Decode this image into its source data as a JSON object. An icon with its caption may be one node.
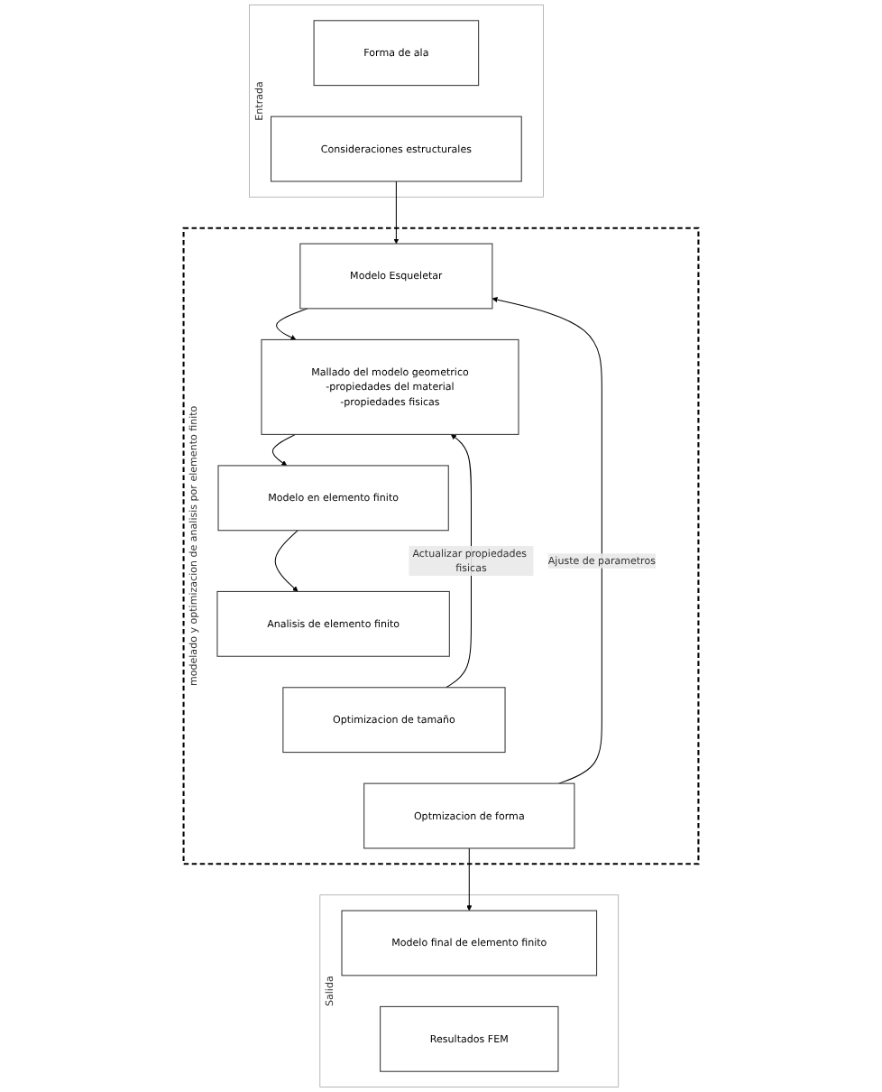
{
  "diagram": {
    "nodes": [
      {
        "text": [
          "Entrada"
        ]
      },
      {
        "text": [
          "Forma de ala"
        ],
        "in": 0
      },
      {
        "text": [
          "Consideraciones estructurales"
        ],
        "in": 0
      },
      {
        "text": [
          "modelado y optimizacion de analisis por elemento finito"
        ]
      },
      {
        "text": [
          "Modelo Esqueletar"
        ],
        "in": 3
      },
      {
        "text": [
          "Mallado del modelo geometrico",
          "-propiedades del material",
          "-propiedades fisicas"
        ],
        "in": 3
      },
      {
        "text": [
          "Modelo en elemento finito"
        ],
        "in": 3
      },
      {
        "text": [
          "Analisis de elemento finito"
        ],
        "in": 3
      },
      {
        "text": [
          "Optimizacion de tamaño"
        ],
        "in": 3
      },
      {
        "text": [
          "Optmizacion de forma"
        ],
        "in": 3
      },
      {
        "text": [
          "Salida"
        ]
      },
      {
        "text": [
          "Modelo final de elemento finito"
        ],
        "in": 10
      },
      {
        "text": [
          "Resultados FEM"
        ],
        "in": 10
      }
    ],
    "edges": [
      {
        "from": 2,
        "to": 4,
        "arrow": "to"
      },
      {
        "from": 4,
        "to": 5,
        "arrow": "to"
      },
      {
        "from": 5,
        "to": 6,
        "arrow": "to"
      },
      {
        "from": 6,
        "to": 7,
        "arrow": "to"
      },
      {
        "from": 9,
        "to": 11,
        "arrow": "to"
      },
      {
        "from": 8,
        "to": 5,
        "arrow": "to",
        "label": "Actualizar propiedades fisicas"
      },
      {
        "from": 9,
        "to": 4,
        "arrow": "to",
        "label": "Ajuste de parametros"
      }
    ]
  }
}
